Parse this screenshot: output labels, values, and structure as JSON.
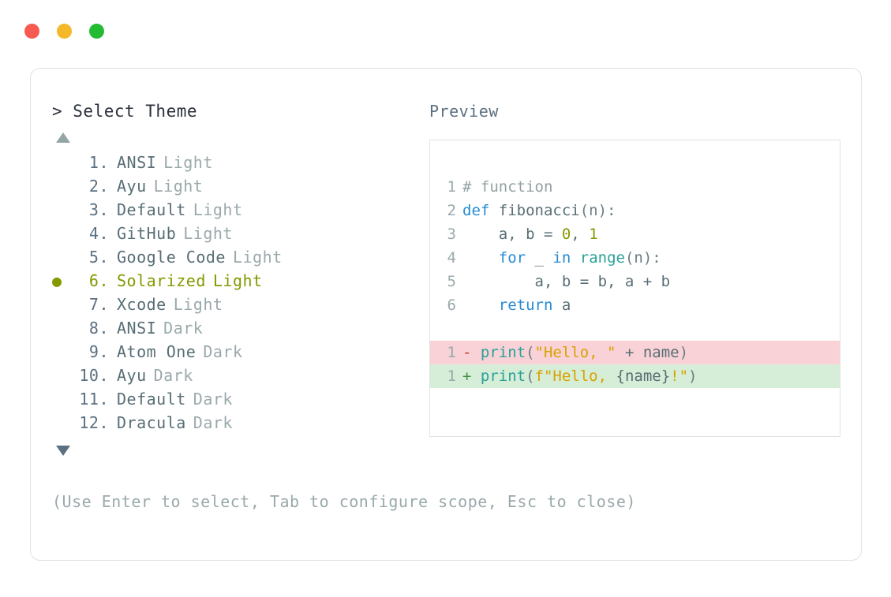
{
  "window": {
    "traffic_lights": [
      {
        "name": "close",
        "color": "#f85a52"
      },
      {
        "name": "minimize",
        "color": "#f5b829"
      },
      {
        "name": "maximize",
        "color": "#22bb33"
      }
    ]
  },
  "picker": {
    "prompt": "> Select Theme",
    "scroll_up_glyph": "▲",
    "scroll_down_glyph": "▼",
    "selected_bullet": "●",
    "selected_index": 6,
    "accent_color": "#859900",
    "items": [
      {
        "index": "1.",
        "name": "ANSI",
        "variant": "Light",
        "selected": false
      },
      {
        "index": "2.",
        "name": "Ayu",
        "variant": "Light",
        "selected": false
      },
      {
        "index": "3.",
        "name": "Default",
        "variant": "Light",
        "selected": false
      },
      {
        "index": "4.",
        "name": "GitHub",
        "variant": "Light",
        "selected": false
      },
      {
        "index": "5.",
        "name": "Google Code",
        "variant": "Light",
        "selected": false
      },
      {
        "index": "6.",
        "name": "Solarized",
        "variant": "Light",
        "selected": true
      },
      {
        "index": "7.",
        "name": "Xcode",
        "variant": "Light",
        "selected": false
      },
      {
        "index": "8.",
        "name": "ANSI",
        "variant": "Dark",
        "selected": false
      },
      {
        "index": "9.",
        "name": "Atom One",
        "variant": "Dark",
        "selected": false
      },
      {
        "index": "10.",
        "name": "Ayu",
        "variant": "Dark",
        "selected": false
      },
      {
        "index": "11.",
        "name": "Default",
        "variant": "Dark",
        "selected": false
      },
      {
        "index": "12.",
        "name": "Dracula",
        "variant": "Dark",
        "selected": false
      }
    ]
  },
  "preview": {
    "label": "Preview",
    "code_lines": [
      {
        "num": "1",
        "tokens": [
          {
            "t": "# function",
            "c": "comment"
          }
        ]
      },
      {
        "num": "2",
        "tokens": [
          {
            "t": "def",
            "c": "kw"
          },
          {
            "t": " ",
            "c": "plain"
          },
          {
            "t": "fibonacci",
            "c": "fn"
          },
          {
            "t": "(n):",
            "c": "punc"
          }
        ]
      },
      {
        "num": "3",
        "tokens": [
          {
            "t": "    a, b = ",
            "c": "plain"
          },
          {
            "t": "0",
            "c": "num"
          },
          {
            "t": ", ",
            "c": "plain"
          },
          {
            "t": "1",
            "c": "num"
          }
        ]
      },
      {
        "num": "4",
        "tokens": [
          {
            "t": "    ",
            "c": "plain"
          },
          {
            "t": "for",
            "c": "kw"
          },
          {
            "t": " _ ",
            "c": "plain"
          },
          {
            "t": "in",
            "c": "kw"
          },
          {
            "t": " ",
            "c": "plain"
          },
          {
            "t": "range",
            "c": "builtin"
          },
          {
            "t": "(n):",
            "c": "punc"
          }
        ]
      },
      {
        "num": "5",
        "tokens": [
          {
            "t": "        a, b = b, a + b",
            "c": "plain"
          }
        ]
      },
      {
        "num": "6",
        "tokens": [
          {
            "t": "    ",
            "c": "plain"
          },
          {
            "t": "return",
            "c": "kw"
          },
          {
            "t": " a",
            "c": "plain"
          }
        ]
      }
    ],
    "diff_lines": [
      {
        "num": "1",
        "kind": "del",
        "sign": "-",
        "bg": "#f8d2d6",
        "tokens": [
          {
            "t": "print",
            "c": "builtin"
          },
          {
            "t": "(",
            "c": "punc"
          },
          {
            "t": "\"Hello, \"",
            "c": "str"
          },
          {
            "t": " + ",
            "c": "plain"
          },
          {
            "t": "name",
            "c": "plain"
          },
          {
            "t": ")",
            "c": "punc"
          }
        ]
      },
      {
        "num": "1",
        "kind": "add",
        "sign": "+",
        "bg": "#d6edd7",
        "tokens": [
          {
            "t": "print",
            "c": "builtin"
          },
          {
            "t": "(",
            "c": "punc"
          },
          {
            "t": "f\"Hello, ",
            "c": "str"
          },
          {
            "t": "{name}",
            "c": "plain"
          },
          {
            "t": "!\"",
            "c": "str"
          },
          {
            "t": ")",
            "c": "punc"
          }
        ]
      }
    ]
  },
  "footer": {
    "hint": "(Use Enter to select, Tab to configure scope, Esc to close)"
  }
}
